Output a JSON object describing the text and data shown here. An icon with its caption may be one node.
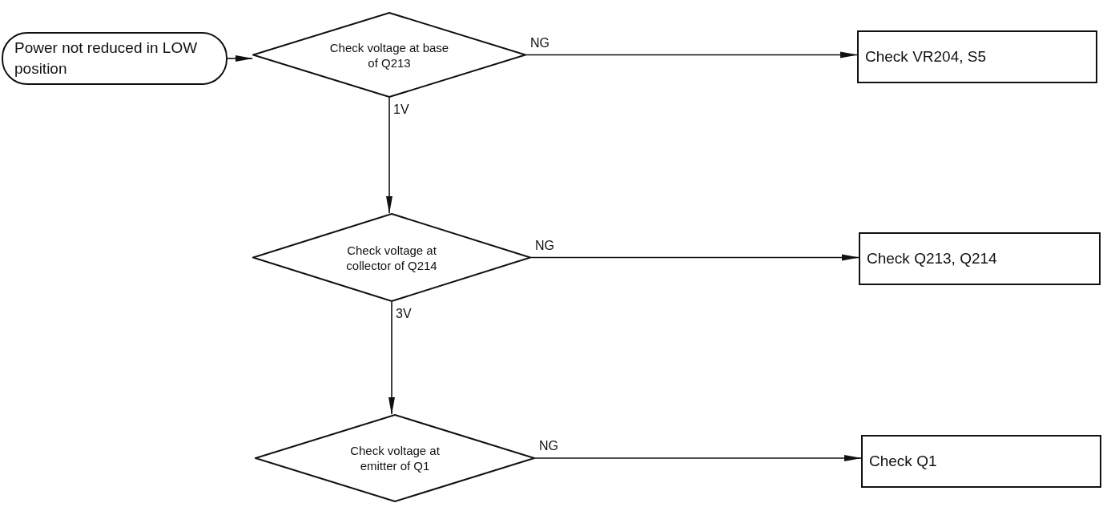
{
  "diagram": {
    "nodes": [
      {
        "text": [
          "Power not reduced in LOW position"
        ]
      },
      {
        "text": [
          "Check voltage at base of Q213"
        ]
      },
      {
        "text": [
          "Check VR204, S5"
        ]
      },
      {
        "text": [
          "Check voltage at collector of Q214"
        ]
      },
      {
        "text": [
          "Check Q213, Q214"
        ]
      },
      {
        "text": [
          "Check voltage at emitter of Q1"
        ]
      },
      {
        "text": [
          "Check Q1"
        ]
      }
    ],
    "edges": [
      {
        "from": 0,
        "to": 1,
        "arrow": "to"
      },
      {
        "from": 1,
        "to": 2,
        "arrow": "to",
        "label": "NG"
      },
      {
        "from": 1,
        "to": 3,
        "arrow": "to",
        "label": "1V"
      },
      {
        "from": 3,
        "to": 4,
        "arrow": "to",
        "label": "NG"
      },
      {
        "from": 3,
        "to": 5,
        "arrow": "to",
        "label": "3V"
      },
      {
        "from": 5,
        "to": 6,
        "arrow": "to",
        "label": "NG"
      }
    ]
  }
}
